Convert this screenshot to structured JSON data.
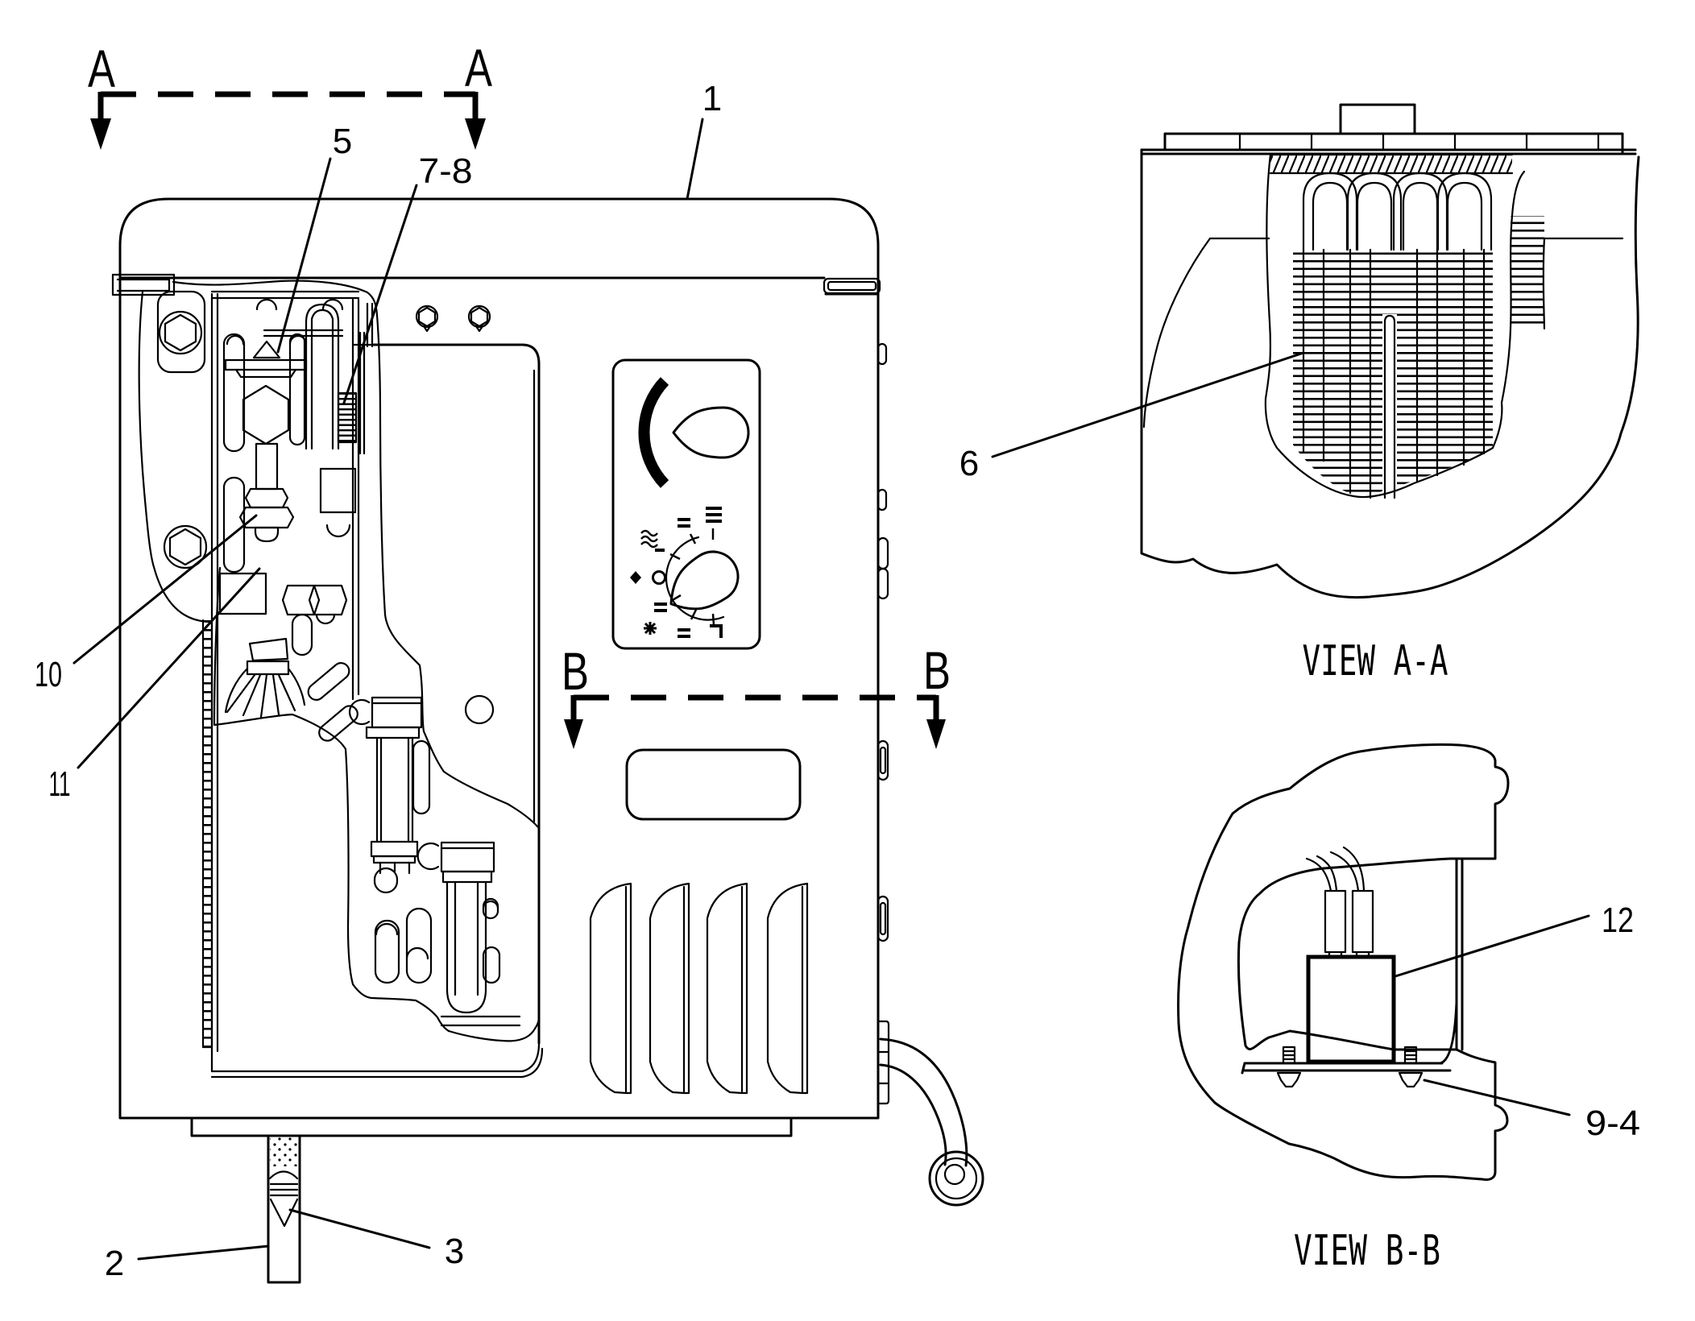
{
  "drawing": {
    "background": "#ffffff",
    "line_color": "#000000"
  },
  "sections": {
    "a_left": "A",
    "a_right": "A",
    "b_left": "B",
    "b_right": "B"
  },
  "views": {
    "view_aa_title": "VIEW A-A",
    "view_bb_title": "VIEW B-B"
  },
  "callouts": {
    "c1": "1",
    "c2": "2",
    "c3": "3",
    "c5": "5",
    "c6": "6",
    "c7_8": "7-8",
    "c9_4": "9-4",
    "c10": "10",
    "c11": "11",
    "c12": "12"
  }
}
